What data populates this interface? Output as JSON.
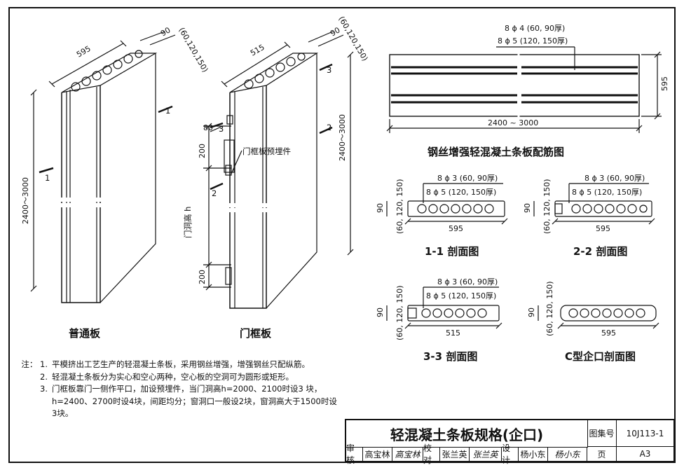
{
  "diagram": {
    "plain_panel": {
      "caption": "普通板",
      "dim_width": "595",
      "dim_thickness": "90",
      "dim_thickness_alt": "(60,120,150)",
      "dim_length": "2400～3000",
      "section_marks": [
        "1",
        "1"
      ]
    },
    "door_panel": {
      "caption": "门框板",
      "dim_width": "515",
      "dim_thickness": "90",
      "dim_thickness_alt": "(60,120,150)",
      "dim_length": "2400～3000",
      "dim_80": "80",
      "dim_200_top": "200",
      "dim_200_bottom": "200",
      "embed_label": "门框板预埋件",
      "door_height_label": "门洞高 h",
      "section_marks": [
        "3",
        "3",
        "2",
        "2"
      ]
    },
    "rebar_plan": {
      "caption": "钢丝增强轻混凝土条板配筋图",
      "note_line1": "8 ϕ 4 (60, 90厚)",
      "note_line2": "8 ϕ 5 (120, 150厚)",
      "dim_length": "2400 ~ 3000",
      "dim_width": "595"
    },
    "sections": [
      {
        "caption": "1-1  剖面图",
        "note_line1": "8 ϕ 3 (60, 90厚)",
        "note_line2": "8 ϕ 5 (120, 150厚)",
        "dim_width": "595",
        "dim_th": "90",
        "dim_th_alt": "(60, 120, 150)"
      },
      {
        "caption": "2-2  剖面图",
        "note_line1": "8 ϕ 3 (60, 90厚)",
        "note_line2": "8 ϕ 5 (120, 150厚)",
        "dim_width": "595",
        "dim_th": "90",
        "dim_th_alt": "(60, 120, 150)"
      },
      {
        "caption": "3-3  剖面图",
        "note_line1": "8 ϕ 3 (60, 90厚)",
        "note_line2": "8 ϕ 5 (120, 150厚)",
        "dim_width": "515",
        "dim_th": "90",
        "dim_th_alt": "(60, 120, 150)"
      },
      {
        "caption": "C型企口剖面图",
        "dim_width": "595",
        "dim_th": "90",
        "dim_th_alt": "(60, 120, 150)"
      }
    ]
  },
  "notes": {
    "prefix": "注：",
    "items": [
      {
        "num": "1.",
        "text": "平模挤出工艺生产的轻混凝土条板，采用钢丝增强，增强钢丝只配纵筋。"
      },
      {
        "num": "2.",
        "text": "轻混凝土条板分为实心和空心两种，空心板的空洞可为圆形或矩形。"
      },
      {
        "num": "3.",
        "text": "门框板靠门一侧作平口，加设预埋件，当门洞高h=2000、2100时设3 块，h=2400、2700时设4块，间距均分；窗洞口一般设2块，窗洞高大于1500时设3块。"
      }
    ]
  },
  "title_block": {
    "title": "轻混凝土条板规格(企口)",
    "atlas_label": "图集号",
    "atlas_no": "10J113-1",
    "review_label": "审核",
    "review_name": "高宝林",
    "review_sig": "高宝林",
    "check_label": "校对",
    "check_name": "张兰英",
    "check_sig": "张兰英",
    "design_label": "设计",
    "design_name": "杨小东",
    "design_sig": "杨小东",
    "page_label": "页",
    "page_no": "A3"
  }
}
